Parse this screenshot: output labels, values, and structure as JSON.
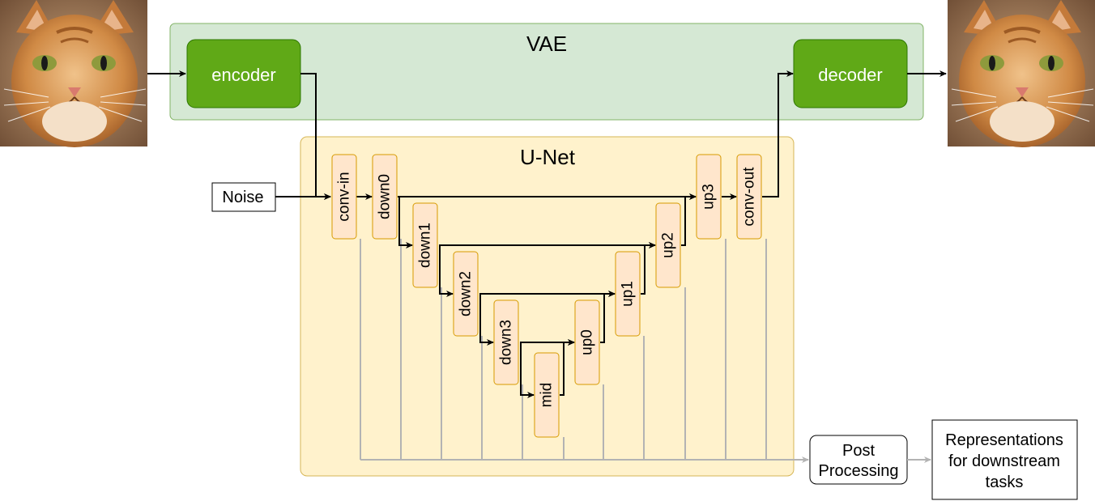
{
  "vae": {
    "title": "VAE",
    "encoder": "encoder",
    "decoder": "decoder"
  },
  "unet": {
    "title": "U-Net",
    "blocks": [
      "conv-in",
      "down0",
      "down1",
      "down2",
      "down3",
      "mid",
      "up0",
      "up1",
      "up2",
      "up3",
      "conv-out"
    ]
  },
  "noise": "Noise",
  "post_processing": {
    "line1": "Post",
    "line2": "Processing"
  },
  "representations": {
    "line1": "Representations",
    "line2": "for downstream",
    "line3": "tasks"
  },
  "images": {
    "input": "cat-photo",
    "output": "cat-photo"
  },
  "colors": {
    "vae_fill": "#d5e8d4",
    "vae_stroke": "#82b366",
    "coder_fill": "#60a917",
    "coder_stroke": "#2d7600",
    "unet_fill": "#fff2cc",
    "unet_stroke": "#d6b656",
    "block_fill": "#ffe6cc",
    "block_stroke": "#d79b00",
    "feature_line": "#b3b3b3"
  }
}
